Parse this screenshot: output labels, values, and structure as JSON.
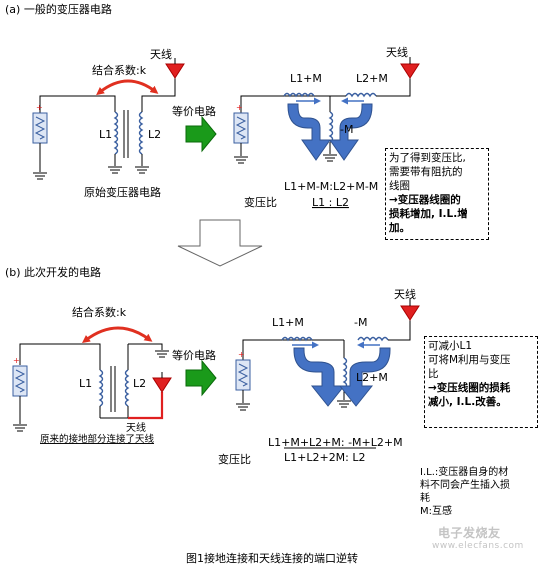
{
  "section_a": {
    "title": "(a) 一般的变压器电路",
    "coupling_label": "结合系数:k",
    "antenna_label": "天线",
    "l1": "L1",
    "l2": "L2",
    "original_circuit": "原始变压器电路",
    "equivalent_label": "等价电路",
    "eq_antenna_label": "天线",
    "eq_l1_plus_m": "L1+M",
    "eq_l2_plus_m": "L2+M",
    "eq_minus_m": "-M",
    "ratio_formula": "L1+M-M:L2+M-M",
    "ratio_label": "变压比",
    "ratio_simple": "L1 : L2",
    "note_line1": "为了得到变压比,",
    "note_line2": "需要带有阻抗的",
    "note_line3": "线圈",
    "note_line4": "→变压器线圈的",
    "note_line5": "损耗增加, I.L.增",
    "note_line6": "加。"
  },
  "section_b": {
    "title": "(b) 此次开发的电路",
    "coupling_label": "结合系数:k",
    "l1": "L1",
    "l2": "L2",
    "antenna_label": "天线",
    "caption": "原来的接地部分连接了天线",
    "equivalent_label": "等价电路",
    "eq_antenna_label": "天线",
    "eq_l1_plus_m": "L1+M",
    "eq_minus_m": "-M",
    "eq_l2_plus_m": "L2+M",
    "ratio_formula": "L1+M+L2+M: -M+L2+M",
    "ratio_label": "变压比",
    "ratio_simple": "L1+L2+2M:  L2",
    "note_line1": "可减小L1",
    "note_line2": "可将M利用与变压",
    "note_line3": "比",
    "note_line4": "→变压线圈的损耗",
    "note_line5": "减小, I.L.改善。"
  },
  "legend": {
    "line1": "I.L.:变压器自身的材",
    "line2": "料不同会产生插入损",
    "line3": "耗",
    "line4": "M:互感"
  },
  "figure_caption": "图1接地连接和天线连接的端口逆转",
  "watermark": "电子发烧友",
  "watermark_url": "www.elecfans.com",
  "colors": {
    "flow_arrow": "#4472c4",
    "equiv_arrow": "#1a9a1a",
    "coupling_arc": "#e03020",
    "antenna": "#e02020",
    "highlight_wire": "#e02020",
    "resistor_fill": "#dde6f5",
    "resistor_stroke": "#3a5fa0"
  }
}
